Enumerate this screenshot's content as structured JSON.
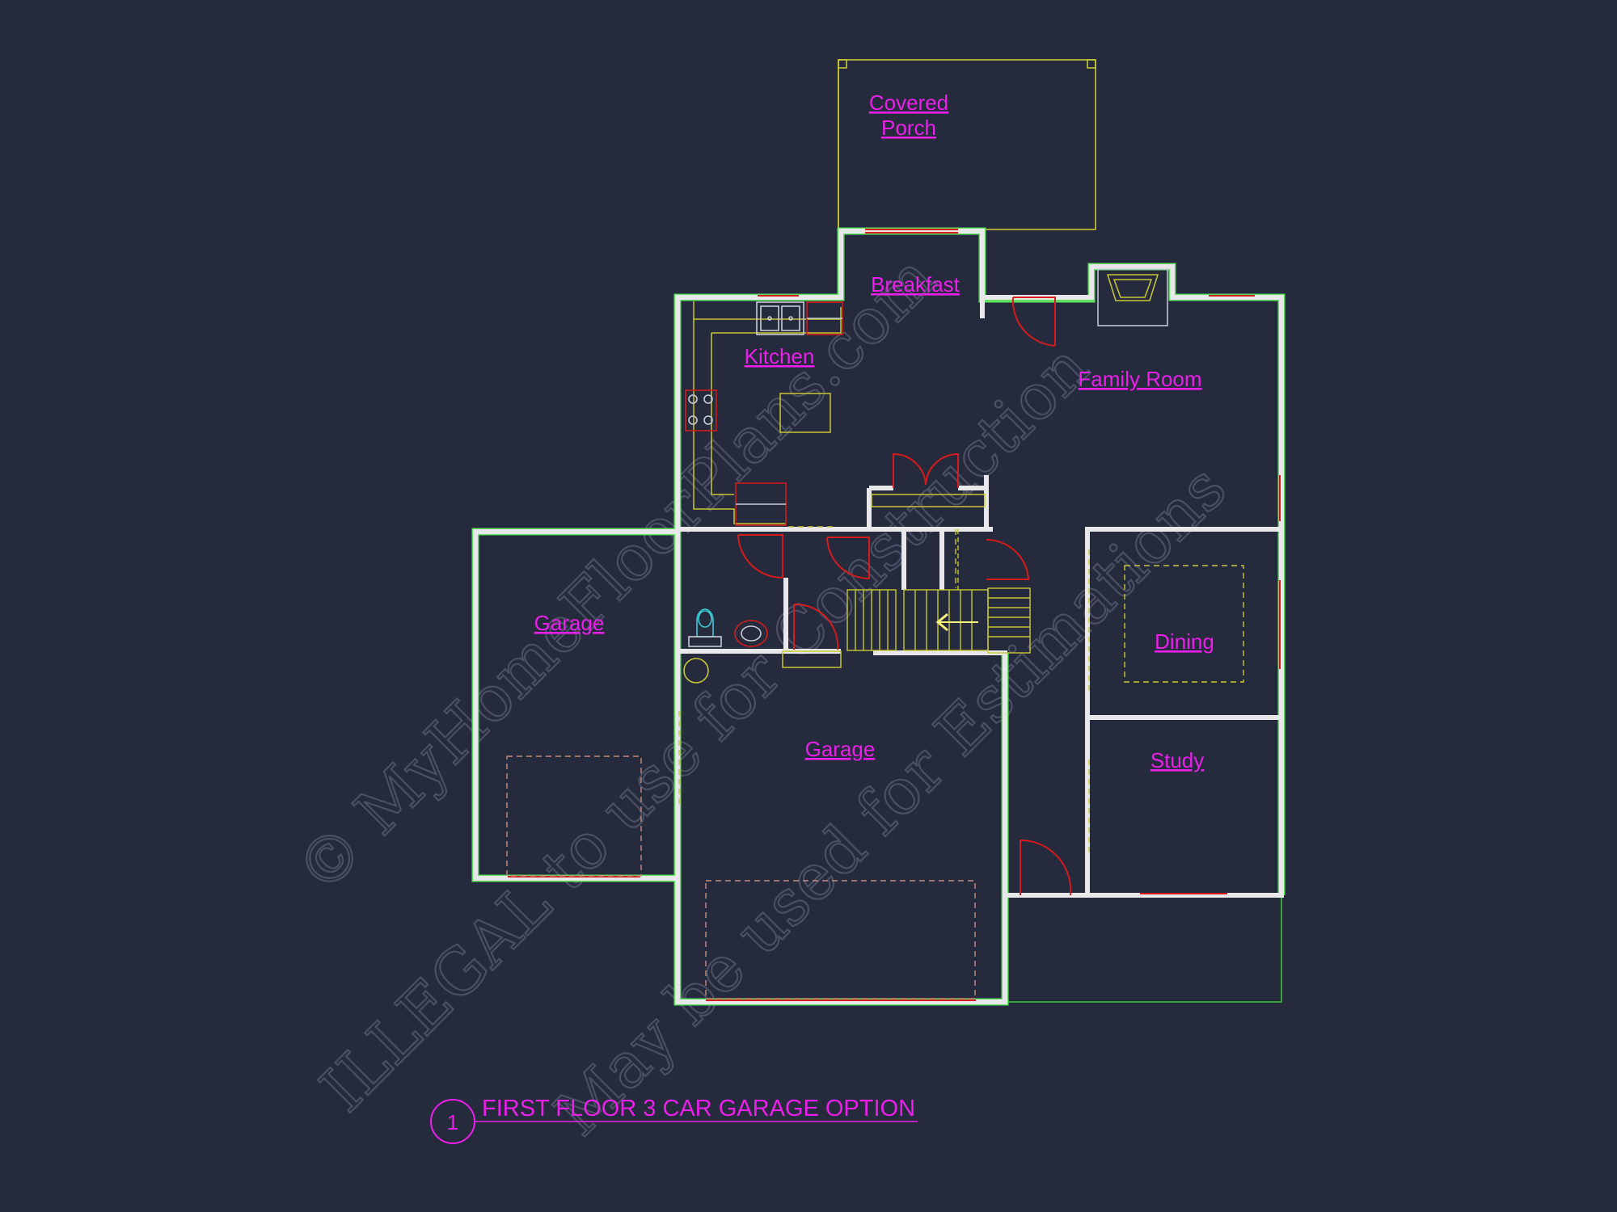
{
  "rooms": {
    "covered_porch_line1": "Covered",
    "covered_porch_line2": "Porch",
    "breakfast": "Breakfast",
    "kitchen": "Kitchen",
    "family_room": "Family Room",
    "garage_left": "Garage",
    "garage_main": "Garage",
    "dining": "Dining",
    "study": "Study"
  },
  "title_block": {
    "number": "1",
    "title": "FIRST FLOOR 3 CAR GARAGE OPTION"
  },
  "watermark": {
    "line1": "© MyHomeFloorPlans.com",
    "line2": "ILLEGAL to use for Construction",
    "line3": "May be used for Estimations"
  },
  "colors": {
    "background": "#262a3d",
    "wall": "#e8e8ea",
    "wall_outline": "#5fe05f",
    "label": "#ea1fea",
    "door": "#d41c1c",
    "fixture": "#c8c835",
    "watermark": "#6a6e83"
  }
}
